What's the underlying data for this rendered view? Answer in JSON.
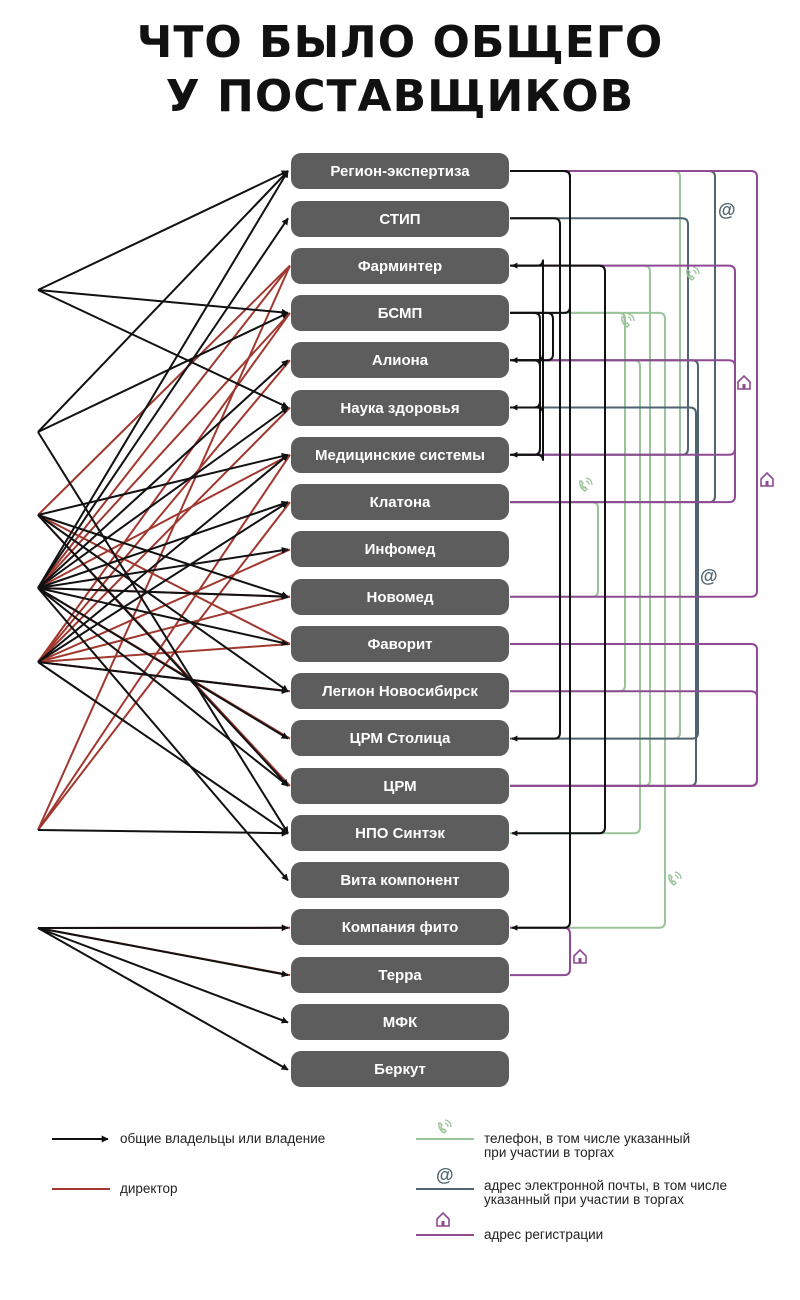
{
  "title": {
    "line1": "ЧТО БЫЛО ОБЩЕГО",
    "line2": "У ПОСТАВЩИКОВ"
  },
  "nodes": [
    "Регион-экспертиза",
    "СТИП",
    "Фарминтер",
    "БСМП",
    "Алиона",
    "Наука здоровья",
    "Медицинские системы",
    "Клатона",
    "Инфомед",
    "Новомед",
    "Фаворит",
    "Легион Новосибирск",
    "ЦРМ Столица",
    "ЦРМ",
    "НПО Синтэк",
    "Вита компонент",
    "Компания фито",
    "Терра",
    "МФК",
    "Беркут"
  ],
  "legend": {
    "owners": "общие владельцы или владение",
    "director": "директор",
    "phone_line1": "телефон, в том числе указанный",
    "phone_line2": "при участии в торгах",
    "email_line1": "адрес электронной почты, в том числе",
    "email_line2": "указанный при участии в торгах",
    "address": "адрес регистрации"
  },
  "colors": {
    "owners": "#111111",
    "director": "#a0382f",
    "phone": "#9cc49a",
    "email": "#4f6470",
    "address": "#8e4a92",
    "node": "#5d5d5d"
  },
  "icons": {
    "phone": "phone-icon",
    "email": "at-icon",
    "address": "house-icon"
  },
  "email_symbol": "@"
}
